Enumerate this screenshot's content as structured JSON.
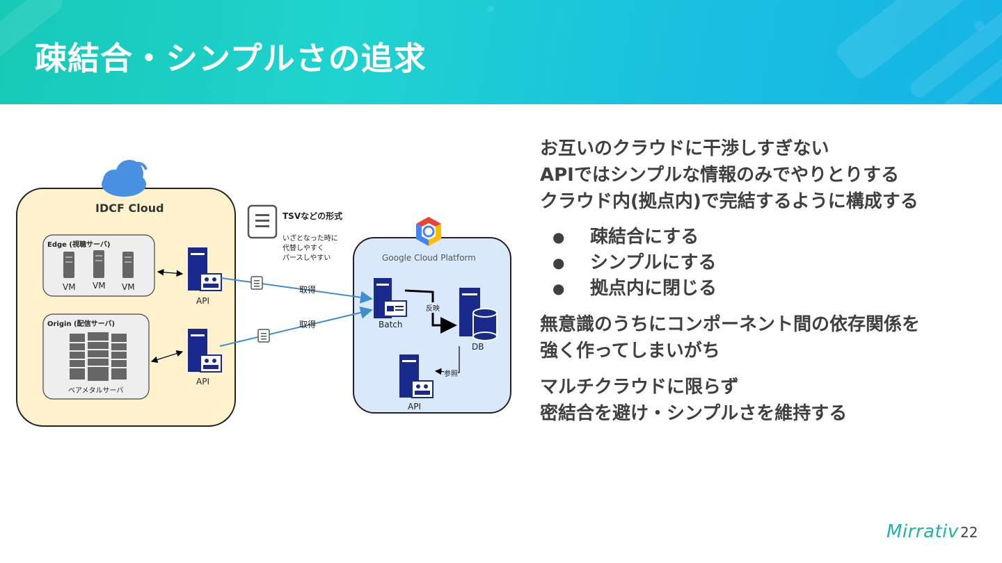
{
  "slide": {
    "title": "疎結合・シンプルさの追求",
    "page_number": "22",
    "logo_text": "Mirrativ"
  },
  "diagram": {
    "idcf_label": "IDCF Cloud",
    "edge_label": "Edge (視聴サーバ)",
    "vm_labels": [
      "VM",
      "VM",
      "VM"
    ],
    "origin_label": "Origin (配信サーバ)",
    "baremetal_label": "ベアメタルサーバ",
    "api_top": "API",
    "api_bottom": "API",
    "tsv_title": "TSVなどの形式",
    "tsv_note_lines": [
      "いざとなった時に",
      "代替しやすく",
      "パースしやすい"
    ],
    "fetch_top": "取得",
    "fetch_bottom": "取得",
    "gcp_label": "Google Cloud Platform",
    "batch_label": "Batch",
    "reflect_label": "反映",
    "db_label": "DB",
    "ref_label": "参照",
    "gcp_api_label": "API",
    "colors": {
      "idcf_fill": "#fff2cc",
      "gcp_fill": "#dae8fc",
      "server_blue": "#1a2a8c",
      "arrow_blue": "#3e8ed0",
      "cloud_blue": "#4a90e2"
    }
  },
  "text": {
    "intro_lines": [
      "お互いのクラウドに干渉しすぎない",
      "APIではシンプルな情報のみでやりとりする",
      "クラウド内(拠点内)で完結するように構成する"
    ],
    "bullets": [
      "疎結合にする",
      "シンプルにする",
      "拠点内に閉じる"
    ],
    "para2_lines": [
      "無意識のうちにコンポーネント間の依存関係を",
      "強く作ってしまいがち"
    ],
    "para3_lines": [
      "マルチクラウドに限らず",
      "密結合を避け・シンプルさを維持する"
    ]
  }
}
